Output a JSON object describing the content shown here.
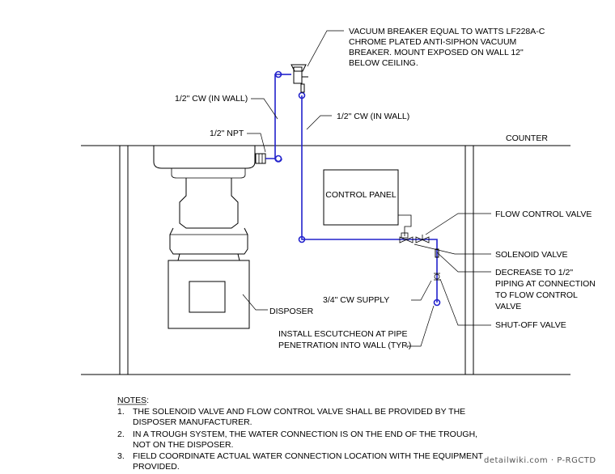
{
  "labels": {
    "vacuum_breaker": [
      "VACUUM BREAKER EQUAL TO WATTS LF228A-C",
      "CHROME PLATED ANTI-SIPHON VACUUM",
      "BREAKER. MOUNT EXPOSED ON WALL 12\"",
      "BELOW CEILING."
    ],
    "cw_in_wall_left": "1/2\" CW (IN WALL)",
    "cw_in_wall_right": "1/2\" CW (IN WALL)",
    "npt": "1/2\" NPT",
    "counter": "COUNTER",
    "control_panel": "CONTROL PANEL",
    "flow_control_valve": "FLOW CONTROL VALVE",
    "solenoid_valve": "SOLENOID VALVE",
    "decrease": [
      "DECREASE TO 1/2\"",
      "PIPING AT CONNECTION",
      "TO FLOW CONTROL",
      "VALVE"
    ],
    "cw_supply": "3/4\" CW SUPPLY",
    "shutoff_valve": "SHUT-OFF VALVE",
    "disposer": "DISPOSER",
    "escutcheon": [
      "INSTALL ESCUTCHEON AT PIPE",
      "PENETRATION INTO WALL (TYP.)"
    ]
  },
  "notes": {
    "heading": "NOTES:",
    "items": [
      {
        "num": "1.",
        "lines": [
          "THE SOLENOID VALVE AND FLOW CONTROL VALVE SHALL BE PROVIDED BY THE",
          "DISPOSER MANUFACTURER."
        ]
      },
      {
        "num": "2.",
        "lines": [
          "IN A TROUGH SYSTEM, THE WATER CONNECTION IS ON THE END OF THE TROUGH,",
          "NOT ON THE DISPOSER."
        ]
      },
      {
        "num": "3.",
        "lines": [
          "FIELD COORDINATE ACTUAL WATER CONNECTION LOCATION WITH THE EQUIPMENT",
          "PROVIDED."
        ]
      }
    ]
  },
  "watermark": "detailwiki.com · P-RGCTD",
  "colors": {
    "pipe": "#2222cc",
    "line": "#000000"
  }
}
